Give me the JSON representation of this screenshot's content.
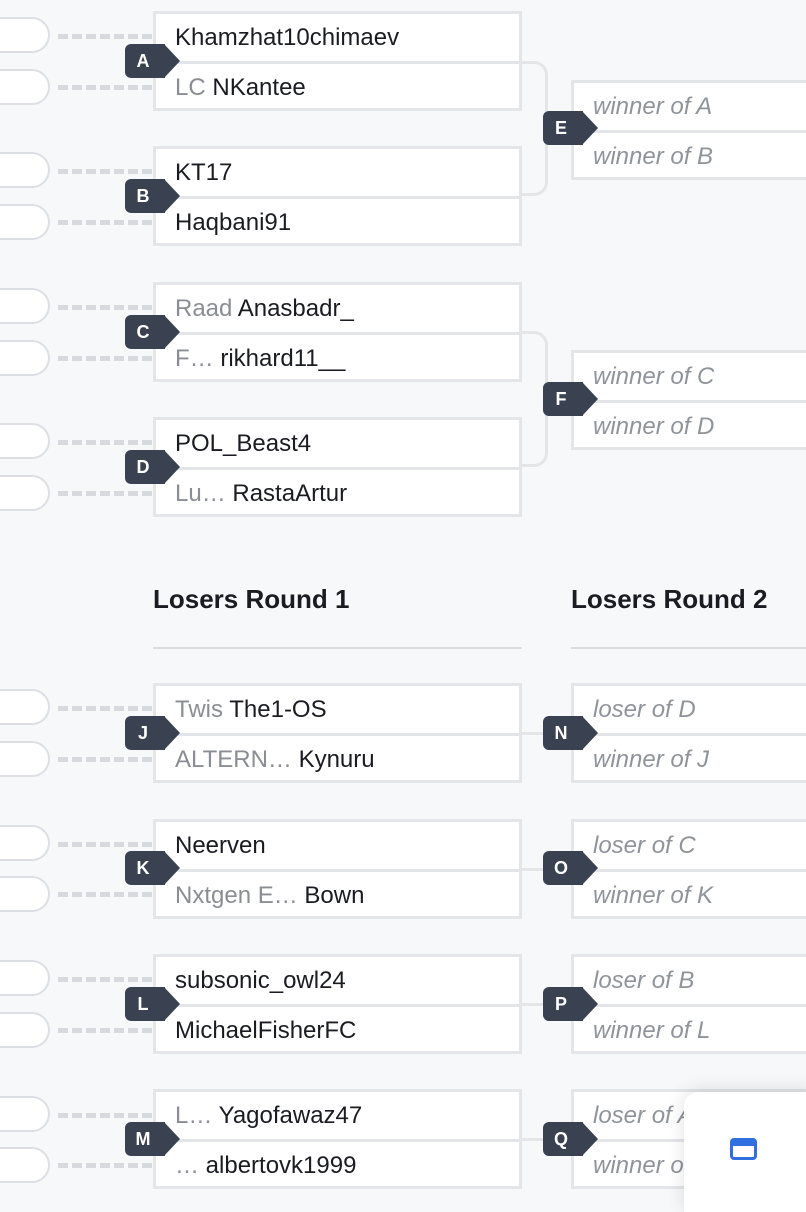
{
  "round_titles": {
    "losers_r1": "Losers Round 1",
    "losers_r2": "Losers Round 2"
  },
  "matches": {
    "A": {
      "badge": "A",
      "p1": {
        "tag": "",
        "name": "Khamzhat10chimaev"
      },
      "p2": {
        "tag": "LC",
        "name": "NKantee"
      }
    },
    "B": {
      "badge": "B",
      "p1": {
        "tag": "",
        "name": "KT17"
      },
      "p2": {
        "tag": "",
        "name": "Haqbani91"
      }
    },
    "C": {
      "badge": "C",
      "p1": {
        "tag": "Raad",
        "name": "Anasbadr_"
      },
      "p2": {
        "tag": "F…",
        "name": "rikhard11__"
      }
    },
    "D": {
      "badge": "D",
      "p1": {
        "tag": "",
        "name": "POL_Beast4"
      },
      "p2": {
        "tag": "Lu…",
        "name": "RastaArtur"
      }
    },
    "E": {
      "badge": "E",
      "p1": "winner of A",
      "p2": "winner of B"
    },
    "F": {
      "badge": "F",
      "p1": "winner of C",
      "p2": "winner of D"
    },
    "J": {
      "badge": "J",
      "p1": {
        "tag": "Twis",
        "name": "The1-OS"
      },
      "p2": {
        "tag": "ALTERN…",
        "name": "Kynuru"
      }
    },
    "K": {
      "badge": "K",
      "p1": {
        "tag": "",
        "name": "Neerven"
      },
      "p2": {
        "tag": "Nxtgen E…",
        "name": "Bown"
      }
    },
    "L": {
      "badge": "L",
      "p1": {
        "tag": "",
        "name": "subsonic_owl24"
      },
      "p2": {
        "tag": "",
        "name": "MichaelFisherFC"
      }
    },
    "M": {
      "badge": "M",
      "p1": {
        "tag": "L…",
        "name": "Yagofawaz47"
      },
      "p2": {
        "tag": "…",
        "name": "albertovk1999"
      }
    },
    "N": {
      "badge": "N",
      "p1": "loser of D",
      "p2": "winner of J"
    },
    "O": {
      "badge": "O",
      "p1": "loser of C",
      "p2": "winner of K"
    },
    "P": {
      "badge": "P",
      "p1": "loser of B",
      "p2": "winner of L"
    },
    "Q": {
      "badge": "Q",
      "p1": "loser of A",
      "p2": "winner of M"
    }
  },
  "fab": {
    "icon": "window-icon"
  },
  "colors": {
    "badge": "#3a4150",
    "border": "#e3e5e8",
    "fab_accent": "#2f6fe0"
  }
}
